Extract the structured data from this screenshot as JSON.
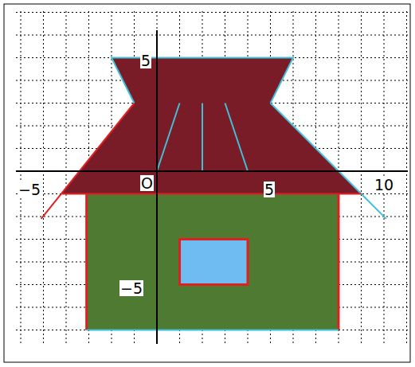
{
  "diagram": {
    "labels": [
      "5",
      "−5",
      "O",
      "5",
      "10",
      "−5"
    ]
  }
}
